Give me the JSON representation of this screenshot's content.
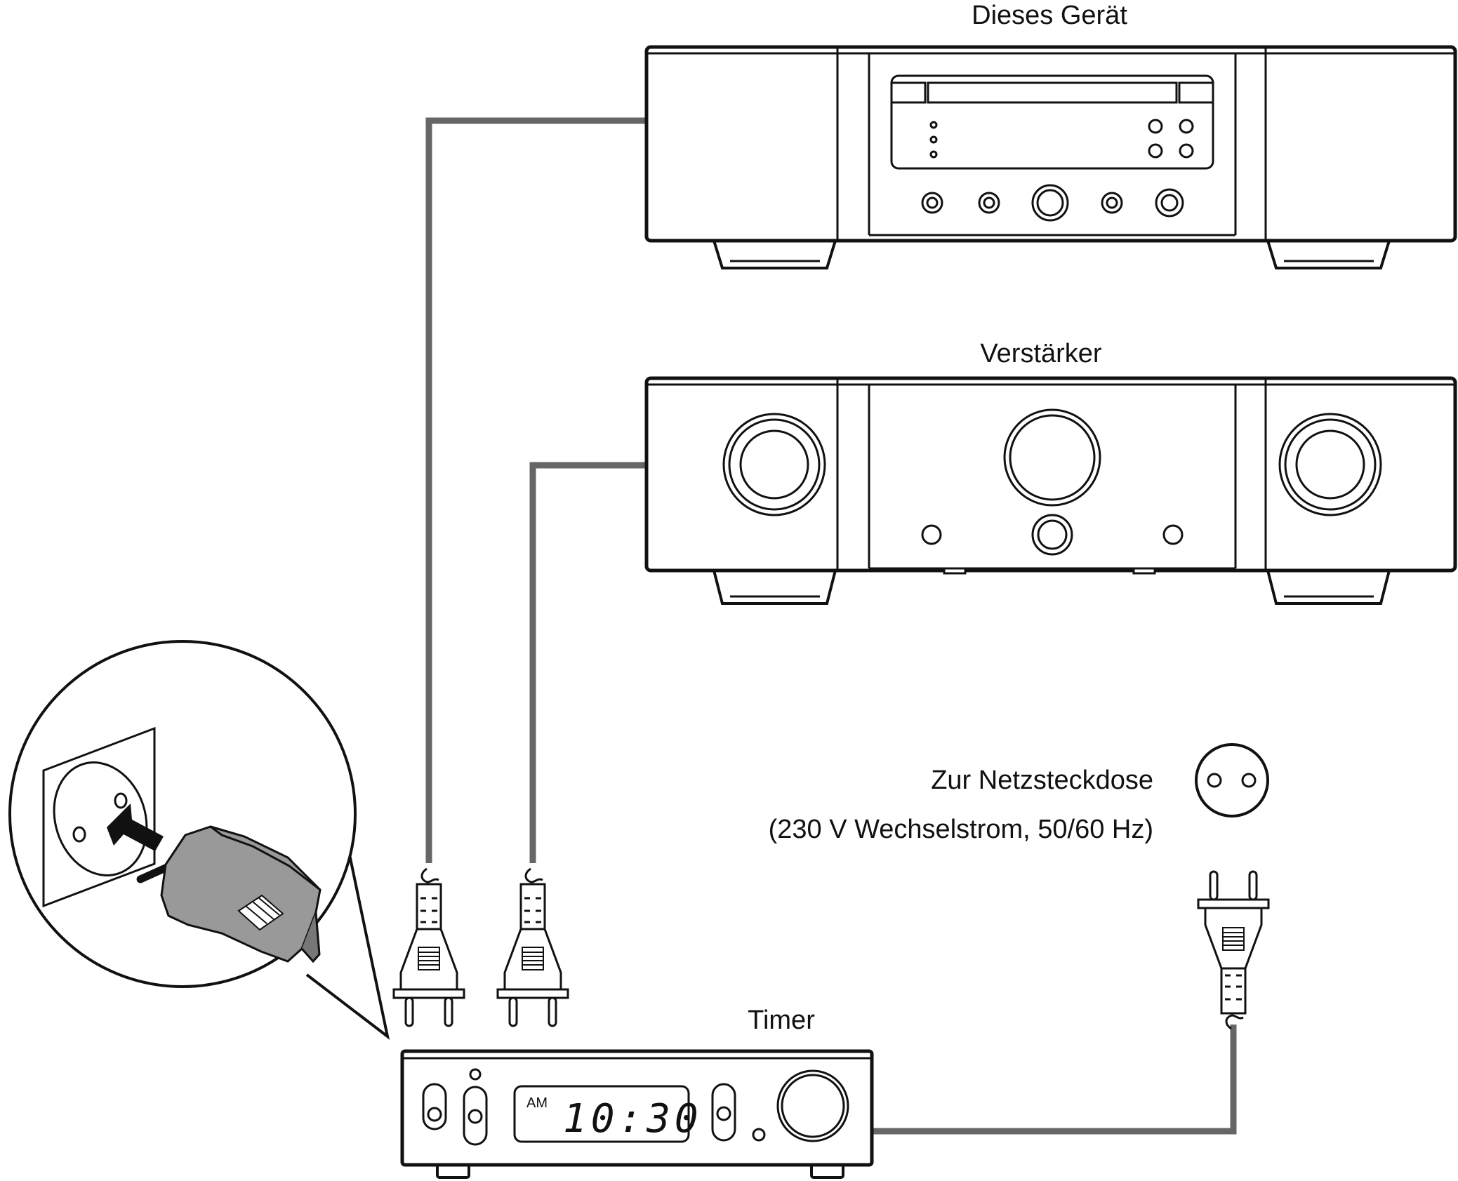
{
  "labels": {
    "device": "Dieses Gerät",
    "amplifier": "Verstärker",
    "timer": "Timer",
    "outlet_line1": "Zur Netzsteckdose",
    "outlet_line2": "(230 V Wechselstrom, 50/60 Hz)"
  },
  "timer_display": {
    "period": "AM",
    "time": "10:30"
  },
  "colors": {
    "line": "#111111",
    "cable": "#666666",
    "plug_fill": "#999999",
    "background": "#ffffff"
  },
  "icons": [
    "cd-player",
    "amplifier",
    "timer",
    "wall-socket",
    "power-plug",
    "insert-arrow"
  ]
}
